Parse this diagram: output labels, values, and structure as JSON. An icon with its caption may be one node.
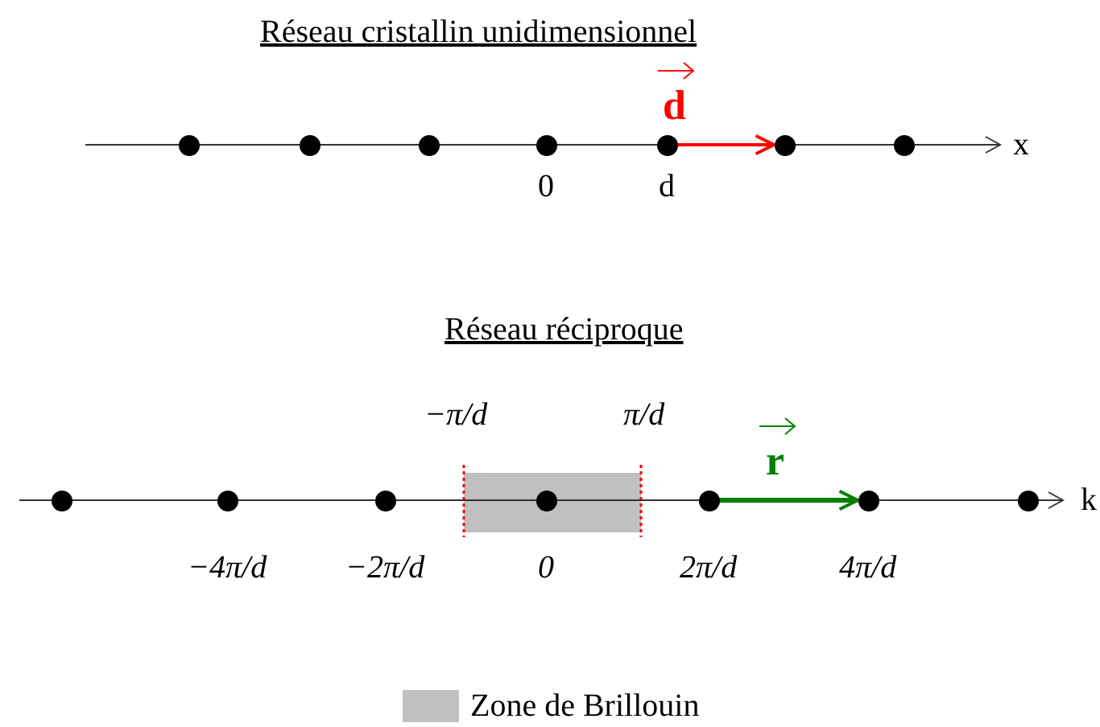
{
  "diagram": {
    "nodes": [
      {
        "text": [],
        "shape": "circle"
      },
      {
        "text": [],
        "shape": "circle"
      },
      {
        "text": [],
        "shape": "circle"
      },
      {
        "text": [],
        "shape": "circle",
        "beside": [
          "0"
        ]
      },
      {
        "text": [],
        "shape": "circle",
        "beside": [
          "d"
        ]
      },
      {
        "text": [],
        "shape": "circle"
      },
      {
        "text": [],
        "shape": "circle"
      },
      {
        "text": [],
        "shape": "circle"
      },
      {
        "text": [],
        "shape": "circle",
        "beside": [
          "−4π/d"
        ]
      },
      {
        "text": [],
        "shape": "circle",
        "beside": [
          "−2π/d"
        ]
      },
      {
        "text": [],
        "shape": "circle",
        "beside": [
          "0"
        ]
      },
      {
        "text": [],
        "shape": "circle",
        "beside": [
          "2π/d"
        ]
      },
      {
        "text": [],
        "shape": "circle",
        "beside": [
          "4π/d"
        ]
      },
      {
        "text": [],
        "shape": "circle"
      }
    ],
    "edges": [
      {
        "from": 4,
        "to": 5,
        "arrow": "to",
        "label": "d",
        "color": "#ff0000"
      },
      {
        "from": 11,
        "to": 12,
        "arrow": "to",
        "label": "r",
        "color": "#008000"
      }
    ],
    "labels": [
      "Réseau cristallin unidimensionnel",
      "x",
      "Réseau réciproque",
      "−π/d",
      "π/d",
      "k"
    ],
    "legend": [
      {
        "text": "Zone de Brillouin",
        "color": "#c0c0c0"
      }
    ]
  }
}
